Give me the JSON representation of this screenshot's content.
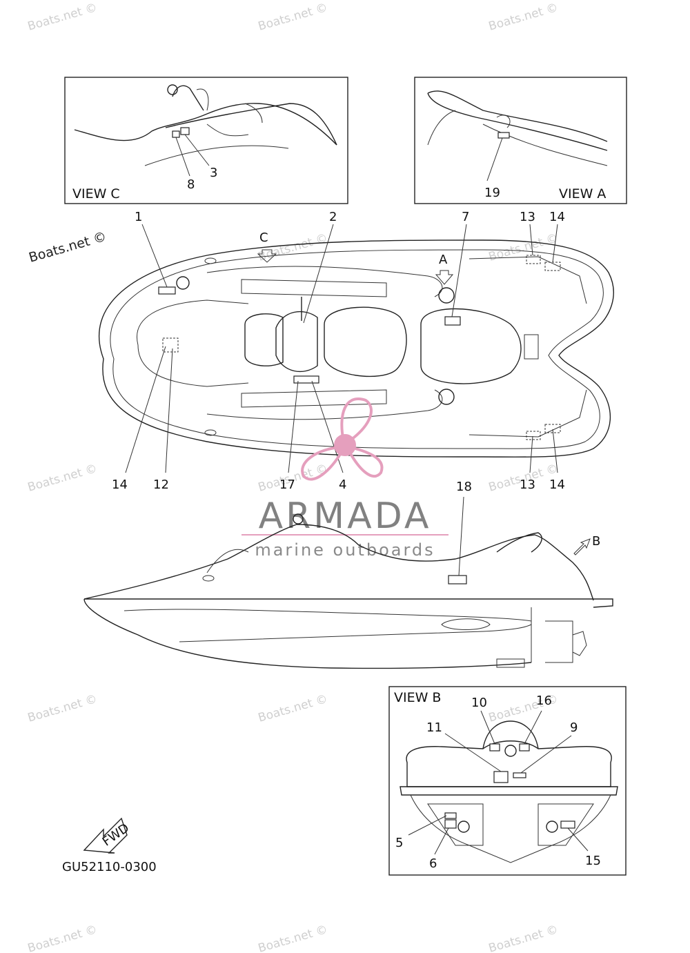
{
  "watermarks": {
    "site": "Boats.net ©",
    "brand": "ARMADA",
    "brand_sub": "marine outboards"
  },
  "views": {
    "view_c": "VIEW C",
    "view_a": "VIEW A",
    "view_b": "VIEW B"
  },
  "arrows": {
    "c": "C",
    "a": "A",
    "b": "B"
  },
  "callouts": {
    "n1": "1",
    "n2": "2",
    "n3": "3",
    "n4": "4",
    "n5": "5",
    "n6": "6",
    "n7": "7",
    "n8": "8",
    "n9": "9",
    "n10": "10",
    "n11": "11",
    "n12": "12",
    "n13": "13",
    "n14": "14",
    "n15": "15",
    "n16": "16",
    "n17": "17",
    "n18": "18",
    "n19": "19"
  },
  "fwd_label": "FWD",
  "part_code": "GU52110-0300",
  "colors": {
    "line": "#222222",
    "watermark": "#cfcfcf",
    "brand_gray": "#6b6b6b",
    "brand_pink": "#e59fbd"
  }
}
